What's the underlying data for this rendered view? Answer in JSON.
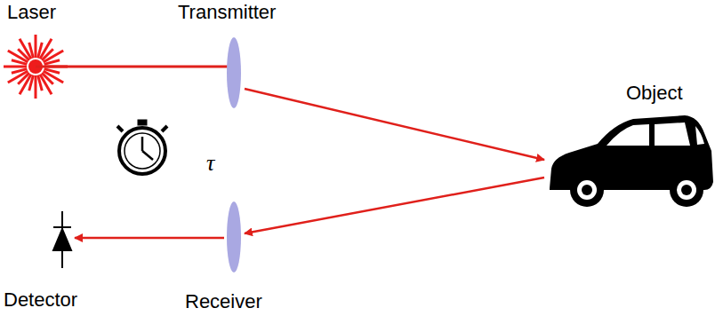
{
  "diagram": {
    "labels": [
      "Laser",
      "Transmitter",
      "Object",
      "τ",
      "Detector",
      "Receiver"
    ]
  }
}
